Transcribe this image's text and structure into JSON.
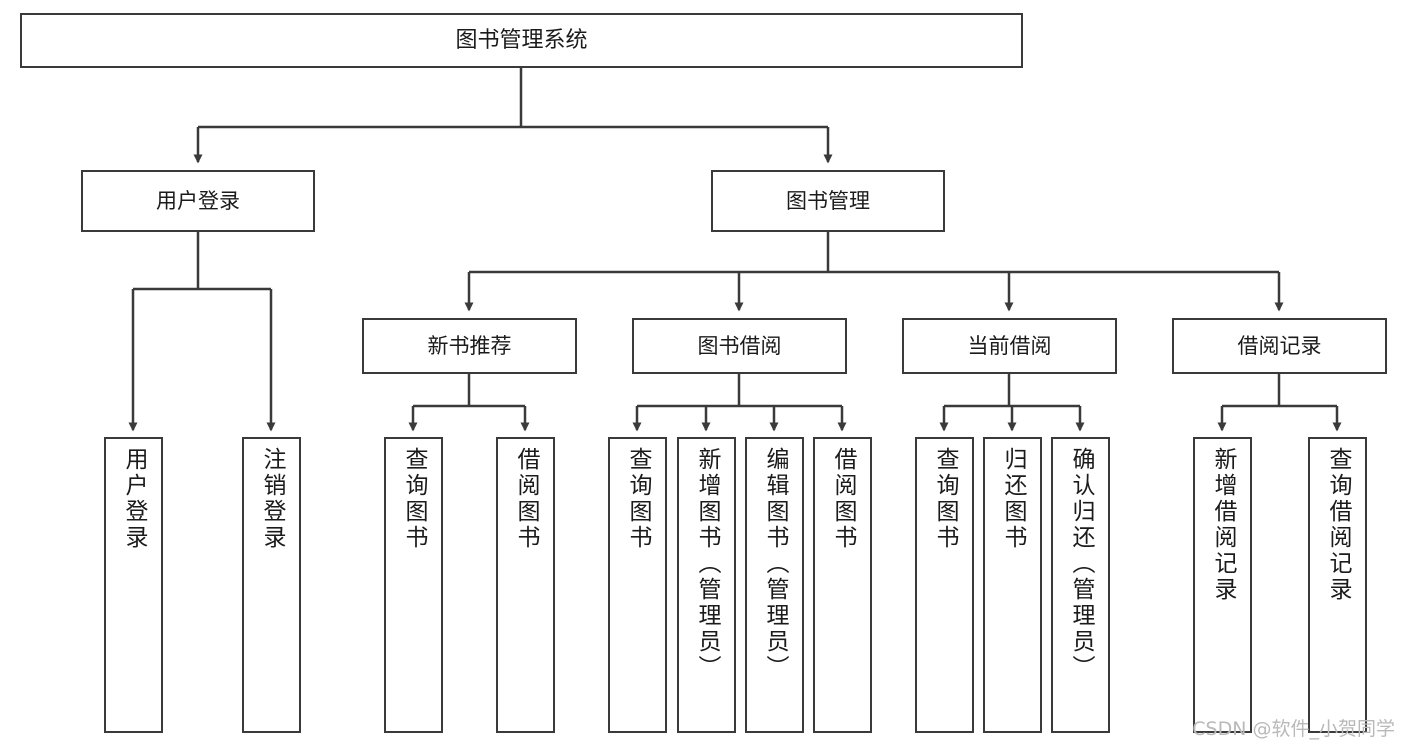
{
  "diagram": {
    "type": "tree",
    "title": "图书管理系统",
    "watermark": "CSDN @软件_小贺同学",
    "colors": {
      "box_border": "#3a3a3a",
      "box_fill": "#ffffff",
      "edge": "#3a3a3a",
      "text": "#1b1b1b",
      "watermark": "#b9b9b9"
    },
    "nodes": {
      "root": {
        "label": "图书管理系统",
        "level": 1
      },
      "l2": [
        {
          "id": "user_login",
          "label": "用户登录",
          "level": 2
        },
        {
          "id": "book_manage",
          "label": "图书管理",
          "level": 2
        }
      ],
      "l3": [
        {
          "id": "new_book_rec",
          "label": "新书推荐",
          "level": 3
        },
        {
          "id": "book_borrow",
          "label": "图书借阅",
          "level": 3
        },
        {
          "id": "current_borrow",
          "label": "当前借阅",
          "level": 3
        },
        {
          "id": "borrow_record",
          "label": "借阅记录",
          "level": 3
        }
      ],
      "leaves": {
        "user_login": [
          {
            "id": "leaf_user_login",
            "label": "用户登录"
          },
          {
            "id": "leaf_user_logout",
            "label": "注销登录"
          }
        ],
        "new_book_rec": [
          {
            "id": "leaf_query_book_1",
            "label": "查询图书"
          },
          {
            "id": "leaf_borrow_book_1",
            "label": "借阅图书"
          }
        ],
        "book_borrow": [
          {
            "id": "leaf_query_book_2",
            "label": "查询图书"
          },
          {
            "id": "leaf_add_book",
            "label": "新增图书（管理员）"
          },
          {
            "id": "leaf_edit_book",
            "label": "编辑图书（管理员）"
          },
          {
            "id": "leaf_borrow_book_2",
            "label": "借阅图书"
          }
        ],
        "current_borrow": [
          {
            "id": "leaf_query_book_3",
            "label": "查询图书"
          },
          {
            "id": "leaf_return_book",
            "label": "归还图书"
          },
          {
            "id": "leaf_confirm_return",
            "label": "确认归还（管理员）"
          }
        ],
        "borrow_record": [
          {
            "id": "leaf_add_record",
            "label": "新增借阅记录"
          },
          {
            "id": "leaf_query_record",
            "label": "查询借阅记录"
          }
        ]
      }
    }
  }
}
